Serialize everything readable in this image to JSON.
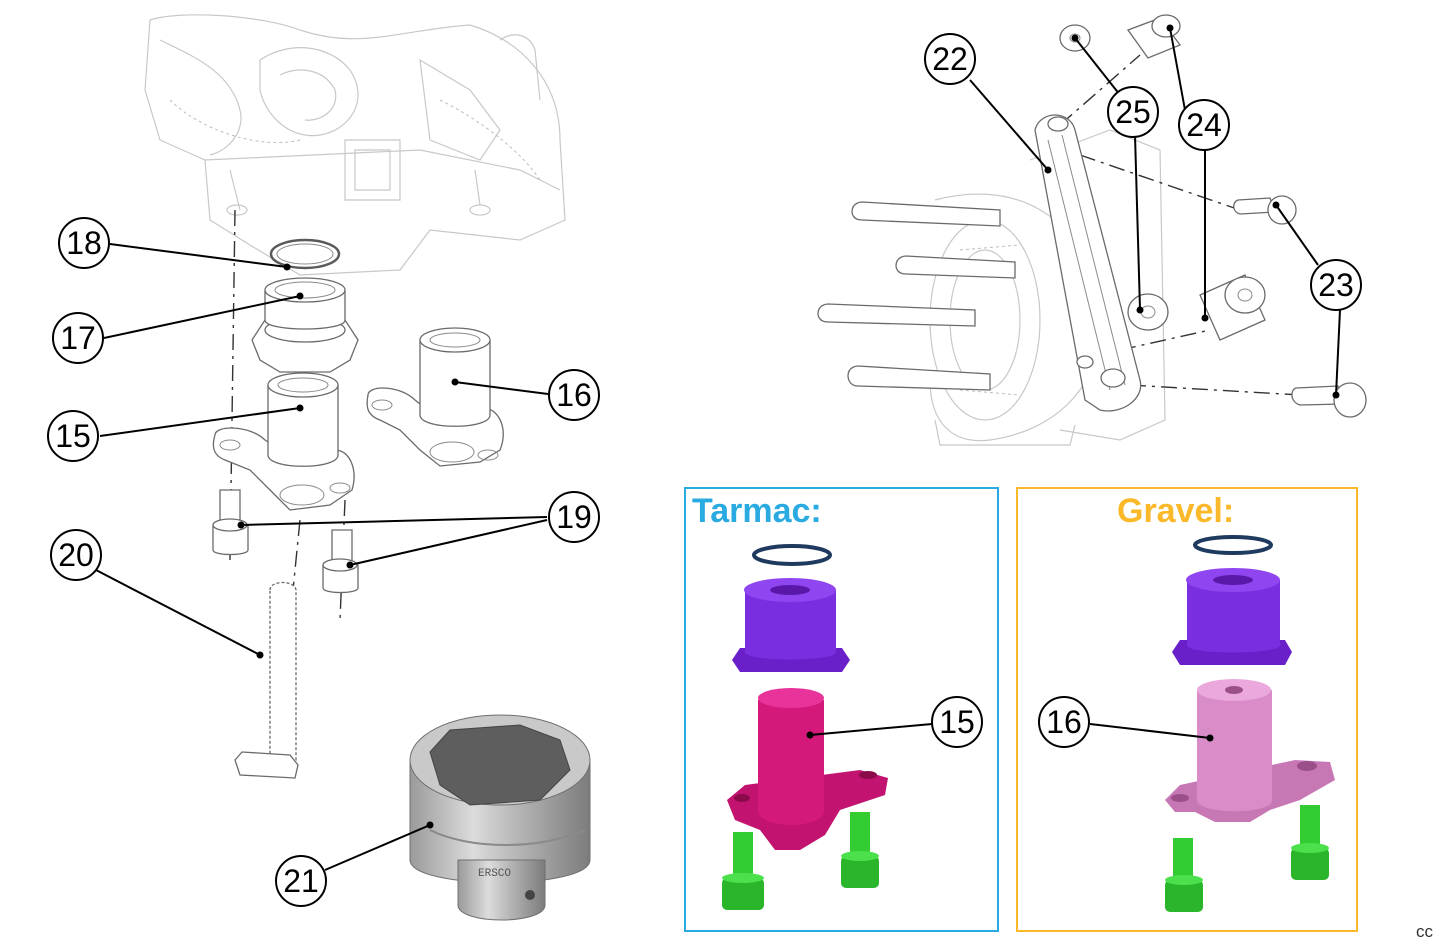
{
  "colors": {
    "tarmac_accent": "#29abe2",
    "gravel_accent": "#fbb829",
    "cap_purple": "#7b2ee0",
    "tarmac_part_magenta": "#d4197a",
    "gravel_part_pink": "#d98cc8",
    "bolt_green": "#33cc33",
    "circlip_navy": "#1f3a5f"
  },
  "panels": {
    "tarmac": {
      "title": "Tarmac:"
    },
    "gravel": {
      "title": "Gravel:"
    }
  },
  "callouts": {
    "c15": "15",
    "c16": "16",
    "c17": "17",
    "c18": "18",
    "c19": "19",
    "c20": "20",
    "c21": "21",
    "c22": "22",
    "c23": "23",
    "c24": "24",
    "c25": "25",
    "tarmac_15": "15",
    "gravel_16": "16"
  },
  "corner_mark": "cc",
  "socket_engraving": "ERSCO"
}
